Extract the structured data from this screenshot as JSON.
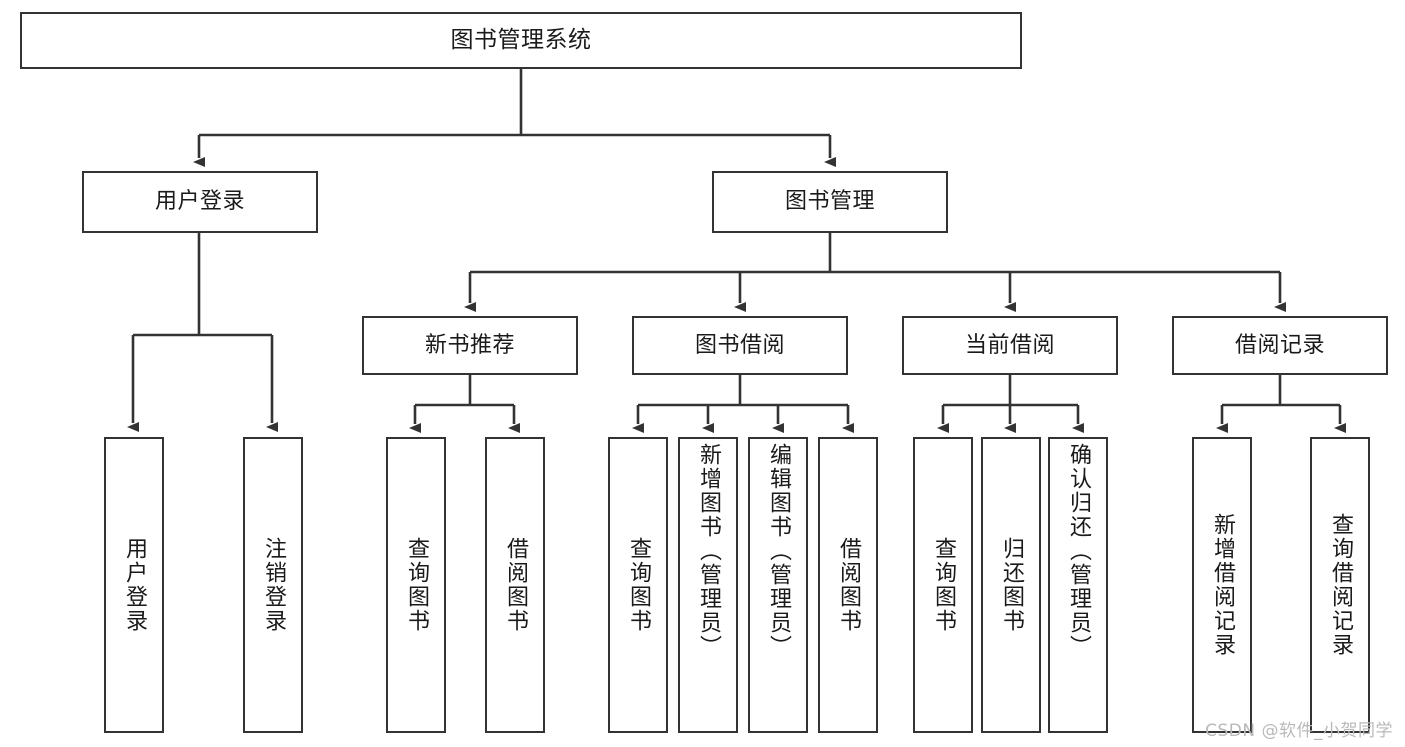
{
  "diagram": {
    "type": "tree-hierarchy-chart",
    "title": "图书管理系统",
    "watermark": "CSDN @软件_小贺同学",
    "colors": {
      "border": "#333333",
      "text": "#1a1a1a",
      "background": "#ffffff",
      "watermark": "#b9b9b9"
    },
    "root": {
      "label": "图书管理系统"
    },
    "level2": [
      {
        "id": "user-login",
        "label": "用户登录"
      },
      {
        "id": "book-management",
        "label": "图书管理"
      }
    ],
    "level3": [
      {
        "id": "new-book-recommend",
        "label": "新书推荐"
      },
      {
        "id": "book-borrow",
        "label": "图书借阅"
      },
      {
        "id": "current-borrow",
        "label": "当前借阅"
      },
      {
        "id": "borrow-record",
        "label": "借阅记录"
      }
    ],
    "leaves": {
      "user_login": [
        {
          "id": "leaf-user-login",
          "label": "用户登录"
        },
        {
          "id": "leaf-user-logout",
          "label": "注销登录"
        }
      ],
      "new_book_recommend": [
        {
          "id": "leaf-query-book-1",
          "label": "查询图书"
        },
        {
          "id": "leaf-borrow-book-1",
          "label": "借阅图书"
        }
      ],
      "book_borrow": [
        {
          "id": "leaf-query-book-2",
          "label": "查询图书"
        },
        {
          "id": "leaf-add-book",
          "label": "新增图书（管理员）"
        },
        {
          "id": "leaf-edit-book",
          "label": "编辑图书（管理员）"
        },
        {
          "id": "leaf-borrow-book-2",
          "label": "借阅图书"
        }
      ],
      "current_borrow": [
        {
          "id": "leaf-query-book-3",
          "label": "查询图书"
        },
        {
          "id": "leaf-return-book",
          "label": "归还图书"
        },
        {
          "id": "leaf-confirm-return",
          "label": "确认归还（管理员）"
        }
      ],
      "borrow_record": [
        {
          "id": "leaf-add-record",
          "label": "新增借阅记录"
        },
        {
          "id": "leaf-query-record",
          "label": "查询借阅记录"
        }
      ]
    }
  }
}
